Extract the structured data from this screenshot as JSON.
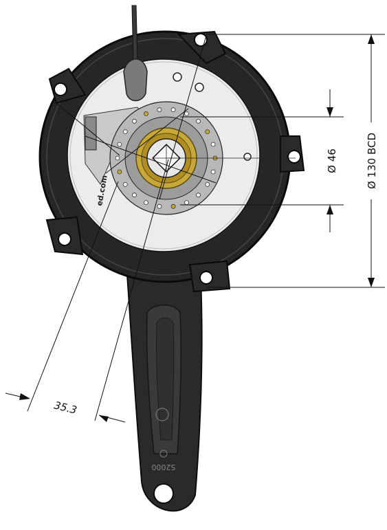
{
  "drawing": {
    "dimensions": {
      "bcd_label": "Ø 130 BCD",
      "inner_label": "Ø 46",
      "offset_label": "35.3"
    },
    "markings": {
      "brand_text": "ed.com",
      "model_text": "S2000"
    }
  }
}
